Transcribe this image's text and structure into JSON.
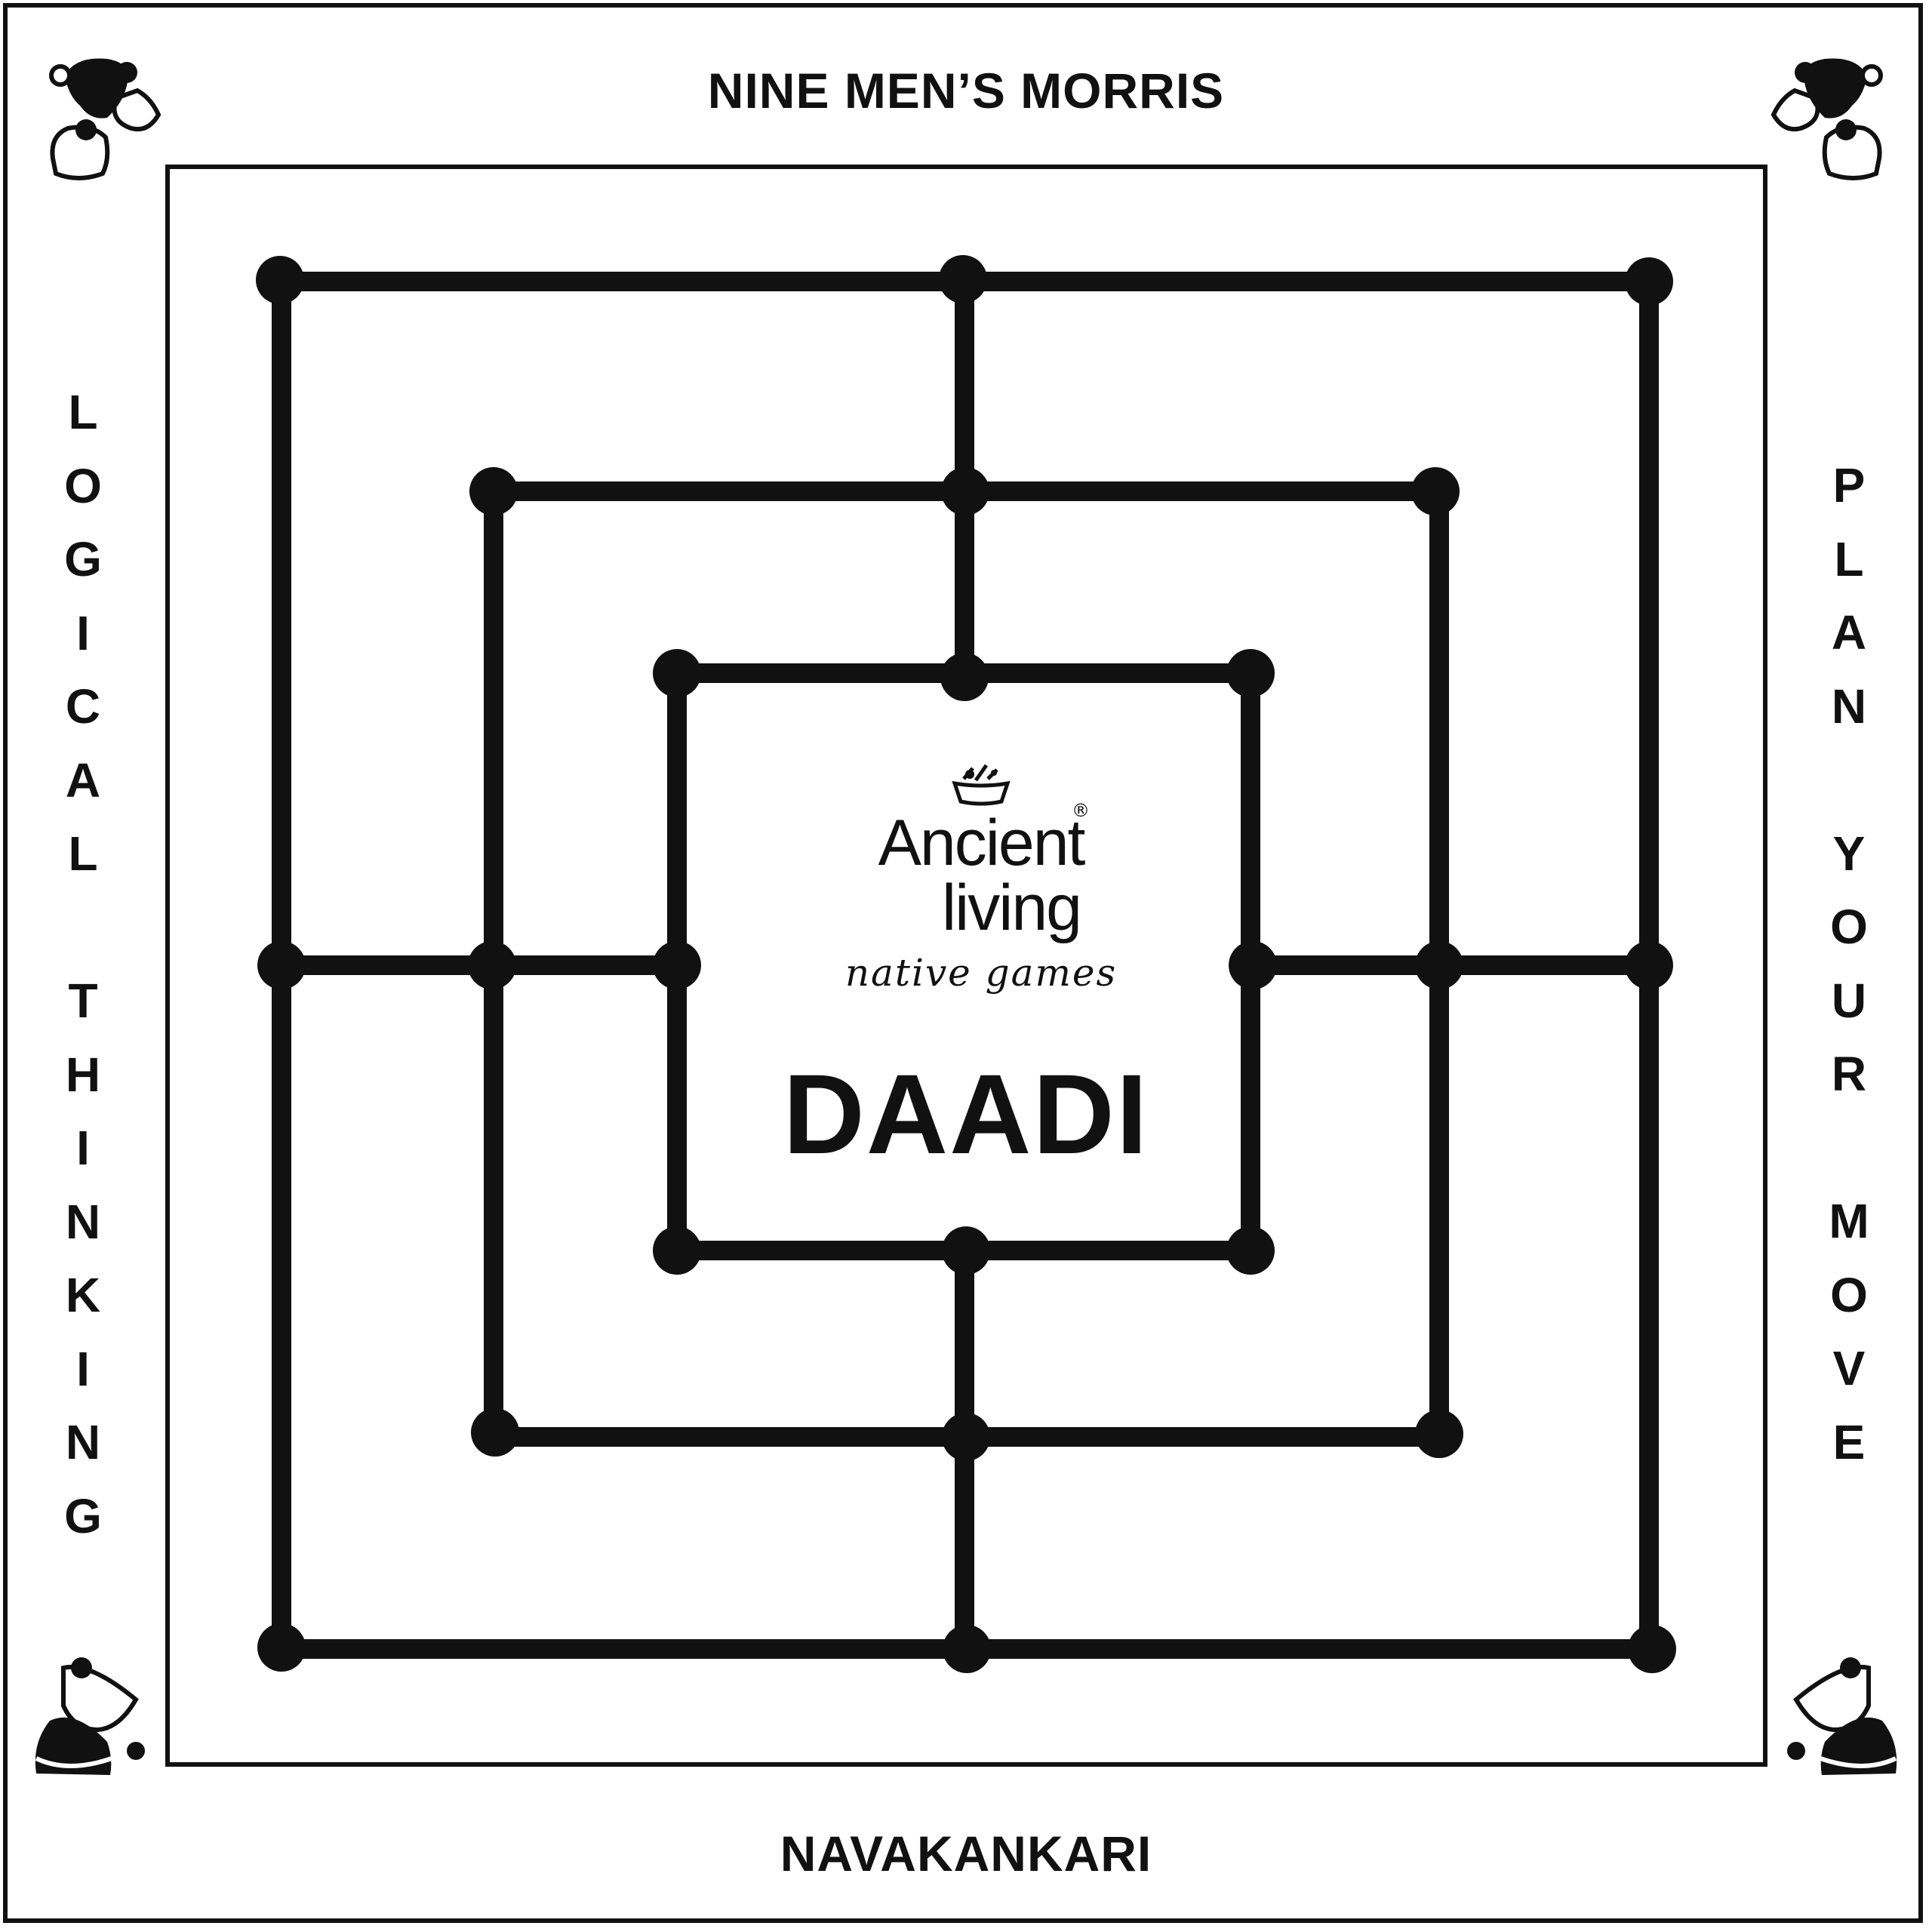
{
  "header": {
    "title": "NINE MEN’S MORRIS"
  },
  "footer": {
    "title": "NAVAKANKARI"
  },
  "left_slogan": {
    "letters": [
      "L",
      "O",
      "G",
      "I",
      "C",
      "A",
      "L",
      " ",
      "T",
      "H",
      "I",
      "N",
      "K",
      "I",
      "N",
      "G"
    ]
  },
  "right_slogan": {
    "letters": [
      "P",
      "L",
      "A",
      "N",
      " ",
      "Y",
      "O",
      "U",
      "R",
      " ",
      "M",
      "O",
      "V",
      "E"
    ]
  },
  "brand": {
    "line1": "Ancient",
    "line2": "living",
    "registered": "®",
    "subtitle": "native games"
  },
  "game": {
    "name": "DAADI"
  },
  "colors": {
    "ink": "#111111",
    "background": "#ffffff"
  },
  "icons": [
    "game-pawn-icon",
    "logo-bowl-icon"
  ]
}
